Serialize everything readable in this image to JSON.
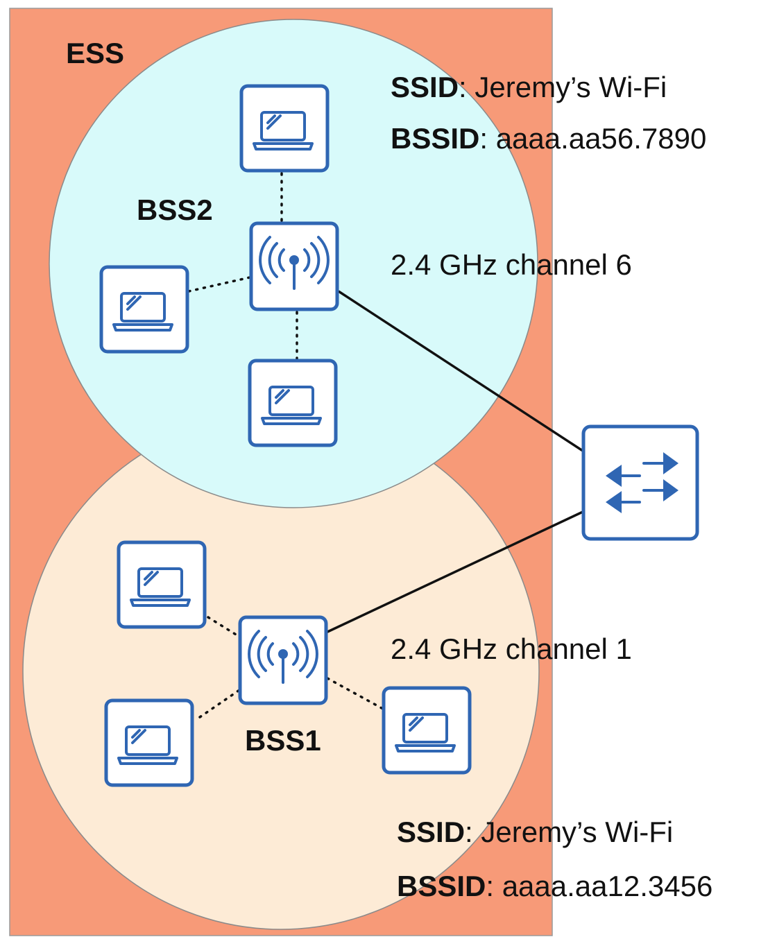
{
  "labels": {
    "ess": "ESS",
    "bss2": "BSS2",
    "bss1": "BSS1",
    "bss2_ssid_key": "SSID",
    "bss2_ssid_value": ": Jeremy’s Wi-Fi",
    "bss2_bssid_key": "BSSID",
    "bss2_bssid_value": ": aaaa.aa56.7890",
    "bss2_channel": "2.4 GHz channel 6",
    "bss1_channel": "2.4 GHz channel 1",
    "bss1_ssid_key": "SSID",
    "bss1_ssid_value": ": Jeremy’s Wi-Fi",
    "bss1_bssid_key": "BSSID",
    "bss1_bssid_value": ": aaaa.aa12.3456"
  },
  "colors": {
    "ess_fill": "#f79a78",
    "bss2_fill": "#d8fafa",
    "bss1_fill": "#fdebd6",
    "device_border": "#2f66b3"
  },
  "icons": {
    "laptop": "laptop-icon",
    "access_point": "wireless-access-point-icon",
    "switch": "switch-arrows-icon"
  }
}
